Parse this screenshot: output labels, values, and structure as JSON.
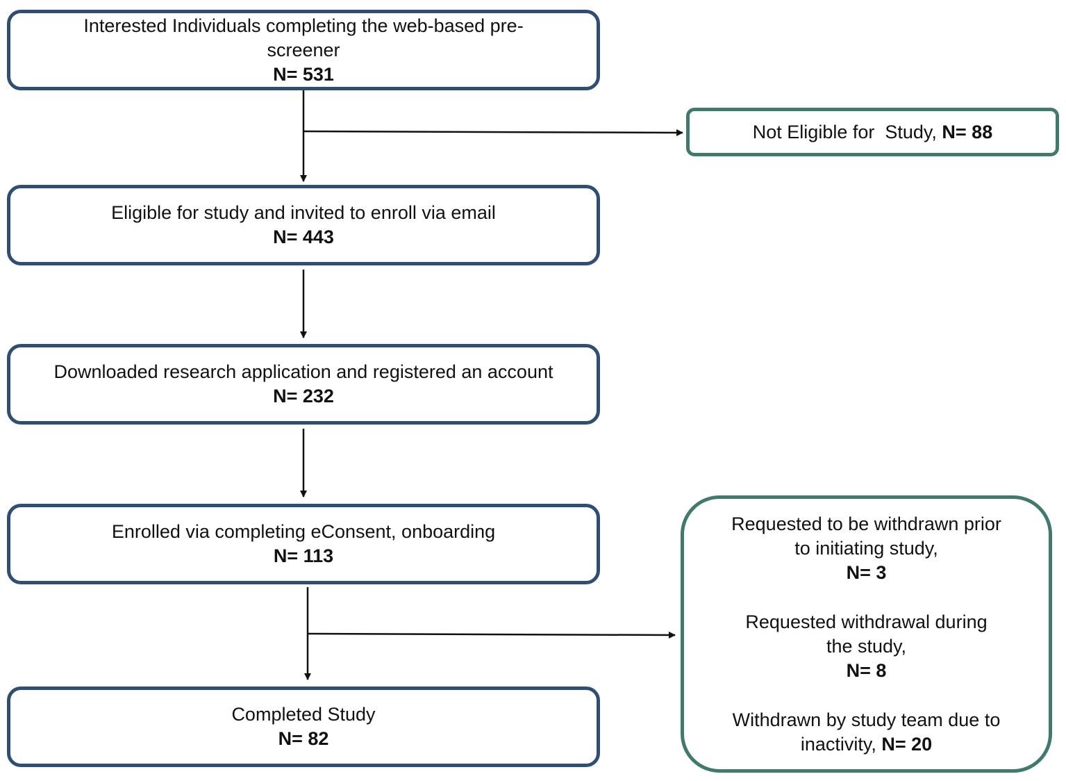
{
  "steps": [
    {
      "label_lines": [
        "Interested Individuals  completing the web-based pre-",
        "screener"
      ],
      "count": "N= 531"
    },
    {
      "label_lines": [
        "Eligible for  study and invited  to enroll  via  email"
      ],
      "count": "N= 443"
    },
    {
      "label_lines": [
        "Downloaded  research  application and registered  an account"
      ],
      "count": "N= 232"
    },
    {
      "label_lines": [
        "Enrolled via  completing  eConsent,  onboarding"
      ],
      "count": "N= 113"
    },
    {
      "label_lines": [
        "Completed  Study"
      ],
      "count": "N= 82"
    }
  ],
  "exclusions": {
    "not_eligible": {
      "label": "Not Eligible for  Study, ",
      "count": "N= 88"
    },
    "withdrawals": [
      {
        "label_lines": [
          "Requested  to be  withdrawn  prior",
          "to initiating study,"
        ],
        "count": "N= 3"
      },
      {
        "label_lines": [
          "Requested  withdrawal  during",
          "the study,"
        ],
        "count": "N= 8"
      },
      {
        "label_lines": [
          "Withdrawn  by  study team  due to"
        ],
        "last_line_prefix": "inactivity, ",
        "count": "N= 20"
      }
    ]
  },
  "colors": {
    "main_border": "#2e4e76",
    "side_border": "#3f7a6b",
    "arrow": "#111111"
  }
}
